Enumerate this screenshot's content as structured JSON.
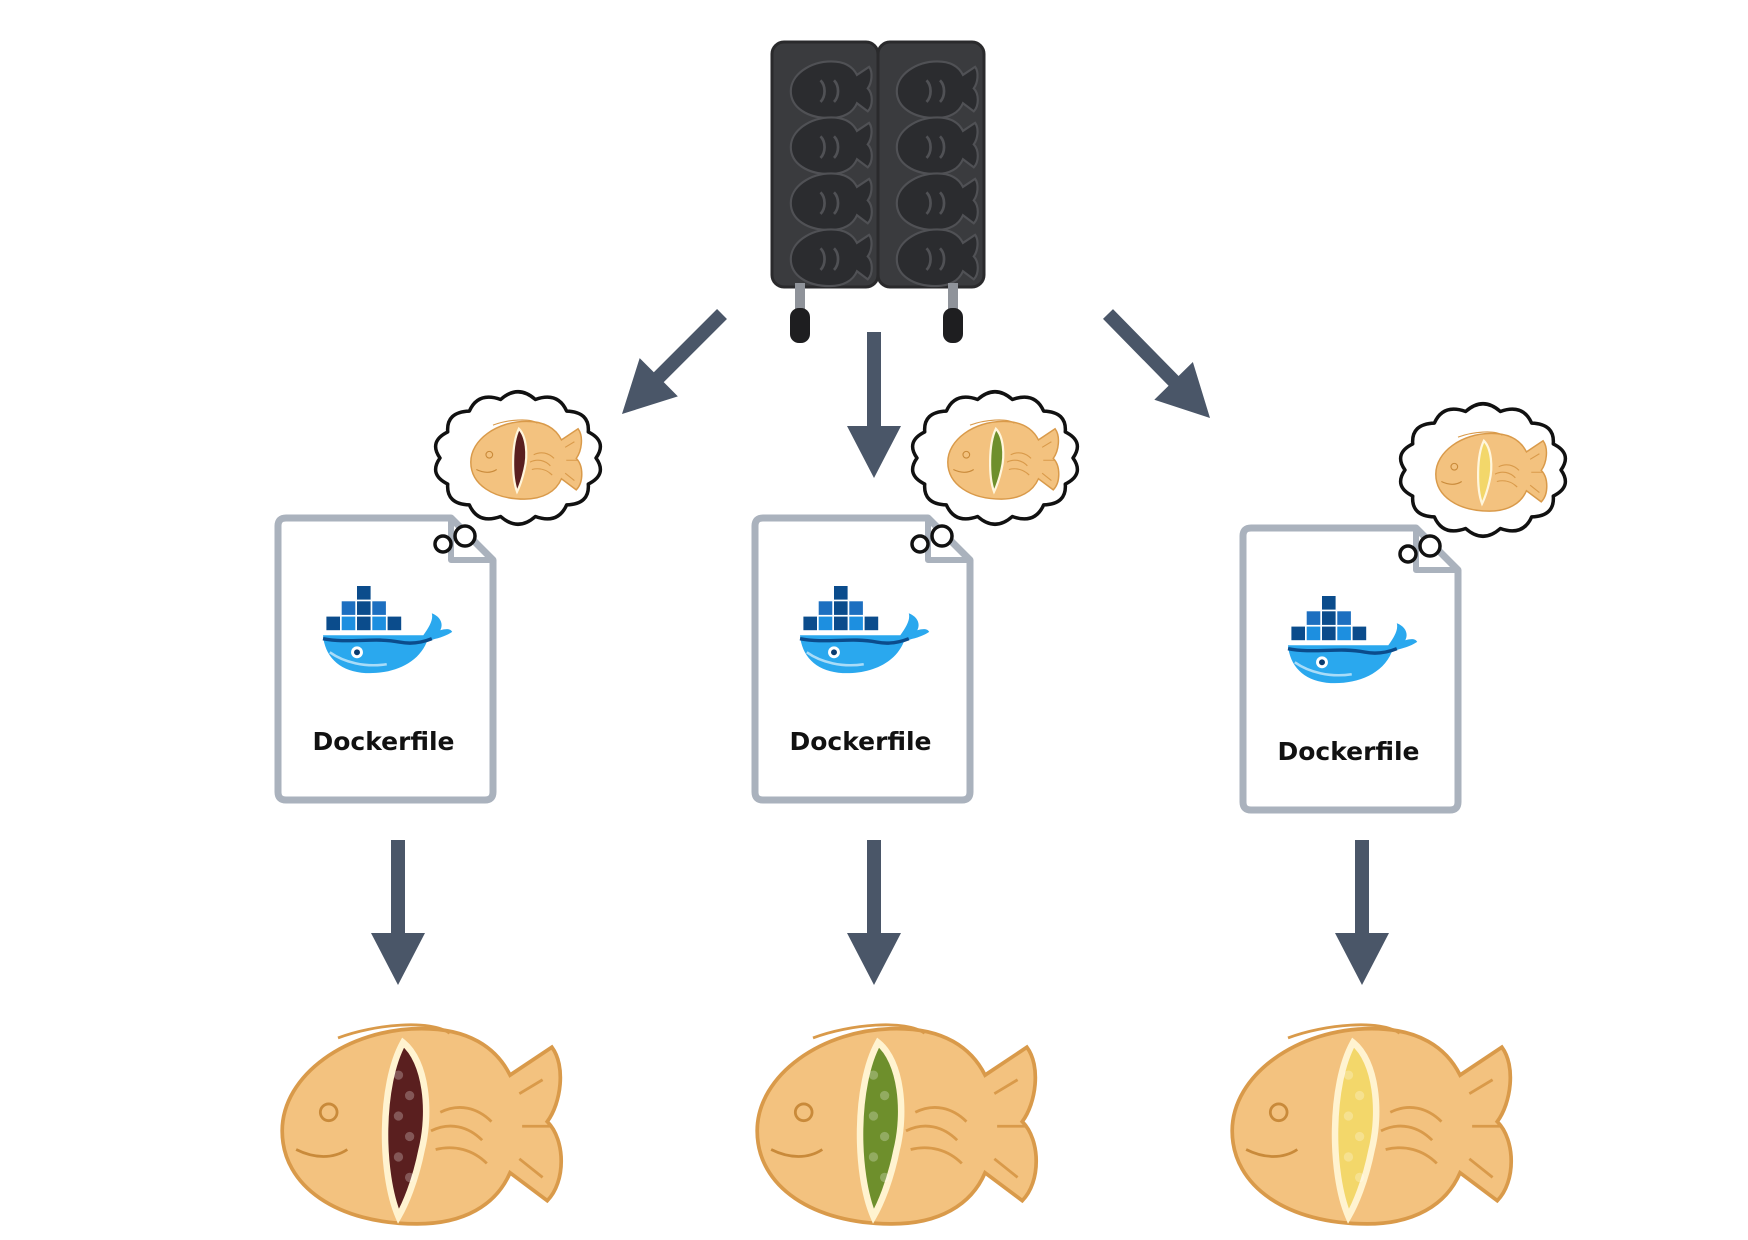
{
  "colors": {
    "arrow": "#4a5668",
    "mold_body": "#3a3b3e",
    "mold_cavity": "#2b2c2f",
    "file_border": "#aab2bd",
    "docker_blue_dark": "#0b4c8c",
    "docker_blue": "#1d8fe0",
    "docker_blue_light": "#2aa8ee",
    "taiyaki_dough": "#f3c27f",
    "taiyaki_outline": "#d99a4a"
  },
  "mold": {
    "icon": "taiyaki-mold-icon",
    "cavities": 8
  },
  "files": [
    {
      "label": "Dockerfile",
      "icon": "docker-whale-icon",
      "thought_filling": "red-bean"
    },
    {
      "label": "Dockerfile",
      "icon": "docker-whale-icon",
      "thought_filling": "matcha"
    },
    {
      "label": "Dockerfile",
      "icon": "docker-whale-icon",
      "thought_filling": "custard"
    }
  ],
  "fillings": {
    "red-bean": "#5a1f1f",
    "matcha": "#6e8f2c",
    "custard": "#f3d76a"
  },
  "taiyaki": [
    {
      "icon": "taiyaki-icon",
      "filling": "red-bean"
    },
    {
      "icon": "taiyaki-icon",
      "filling": "matcha"
    },
    {
      "icon": "taiyaki-icon",
      "filling": "custard"
    }
  ]
}
